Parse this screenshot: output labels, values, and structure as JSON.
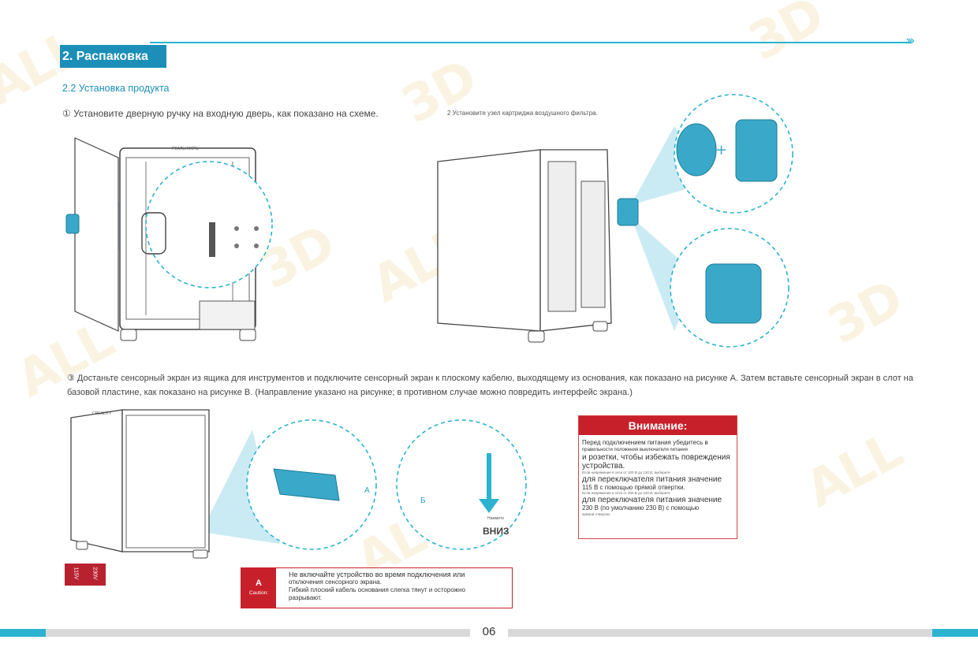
{
  "header": {
    "section_title": "2. Распаковка",
    "arrows": "›››"
  },
  "subsection_title": "2.2 Установка продукта",
  "steps": {
    "step1": "① Установите дверную ручку на входную дверь, как показано на схеме.",
    "step2": "2 Установите узел картриджа воздушного фильтра.",
    "step3": "③ Достаньте сенсорный экран из ящика для инструментов и подключите сенсорный экран к плоскому кабелю, выходящему из основания, как показано на рисунке A. Затем вставьте сенсорный экран в слот на базовой пластине, как показано на рисунке B. (Направление указано на рисунке; в противном случае можно повредить интерфейс экрана.)"
  },
  "figure_labels": {
    "brand_top": "РЕАЛЬНОСТЬ",
    "brand_front": "CREALITY",
    "label_a": "A",
    "label_b": "Б",
    "push_hint": "Нажмите",
    "down": "ВНИЗ",
    "volt_115": "115V",
    "volt_230": "230V"
  },
  "warning": {
    "title": "Внимание:",
    "line1": "Перед подключением питания убедитесь в",
    "line2": "правильности положения выключателя питания",
    "line3": "и розетки, чтобы избежать повреждения",
    "line4": "устройства.",
    "tiny1": "Если напряжение в сети от 100 В до 120 В, выберите",
    "line5": "для переключателя питания значение",
    "line6": "115 В с помощью прямой отвертки.",
    "tiny2": "Если напряжение в сети от 200 В до 240 В, выберите",
    "line7": "для переключателя питания значение",
    "line8": "230 В (по умолчанию 230 В) с помощью",
    "tiny3": "прямой отвертки."
  },
  "caution": {
    "letter": "A",
    "label": "Caution:",
    "line1": "Не включайте устройство во время подключения или",
    "line2": "отключения сенсорного экрана.",
    "line3": "Гибкий плоский кабель основания слегка тянут и осторожно",
    "line4": "разрывают."
  },
  "page_number": "06",
  "colors": {
    "accent": "#2bb3cf",
    "accent_dark": "#1b8fb8",
    "part": "#3aa9c9",
    "warning_red": "#c8202a"
  }
}
